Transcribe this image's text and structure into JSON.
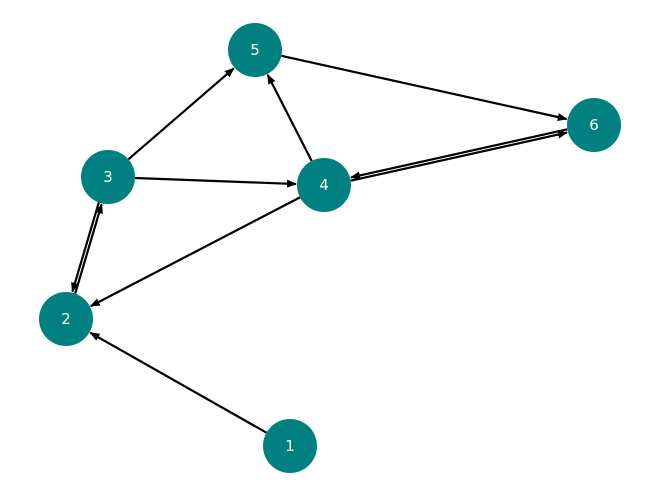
{
  "graph": {
    "directed": true,
    "node_color": "#008080",
    "label_color": "#ffffff",
    "edge_color": "#000000",
    "nodes": [
      {
        "id": "1",
        "label": "1"
      },
      {
        "id": "2",
        "label": "2"
      },
      {
        "id": "3",
        "label": "3"
      },
      {
        "id": "4",
        "label": "4"
      },
      {
        "id": "5",
        "label": "5"
      },
      {
        "id": "6",
        "label": "6"
      }
    ],
    "edges": [
      {
        "source": "1",
        "target": "2"
      },
      {
        "source": "2",
        "target": "3"
      },
      {
        "source": "3",
        "target": "2"
      },
      {
        "source": "3",
        "target": "5"
      },
      {
        "source": "3",
        "target": "4"
      },
      {
        "source": "4",
        "target": "5"
      },
      {
        "source": "4",
        "target": "2"
      },
      {
        "source": "4",
        "target": "6"
      },
      {
        "source": "5",
        "target": "6"
      },
      {
        "source": "6",
        "target": "4"
      }
    ]
  }
}
